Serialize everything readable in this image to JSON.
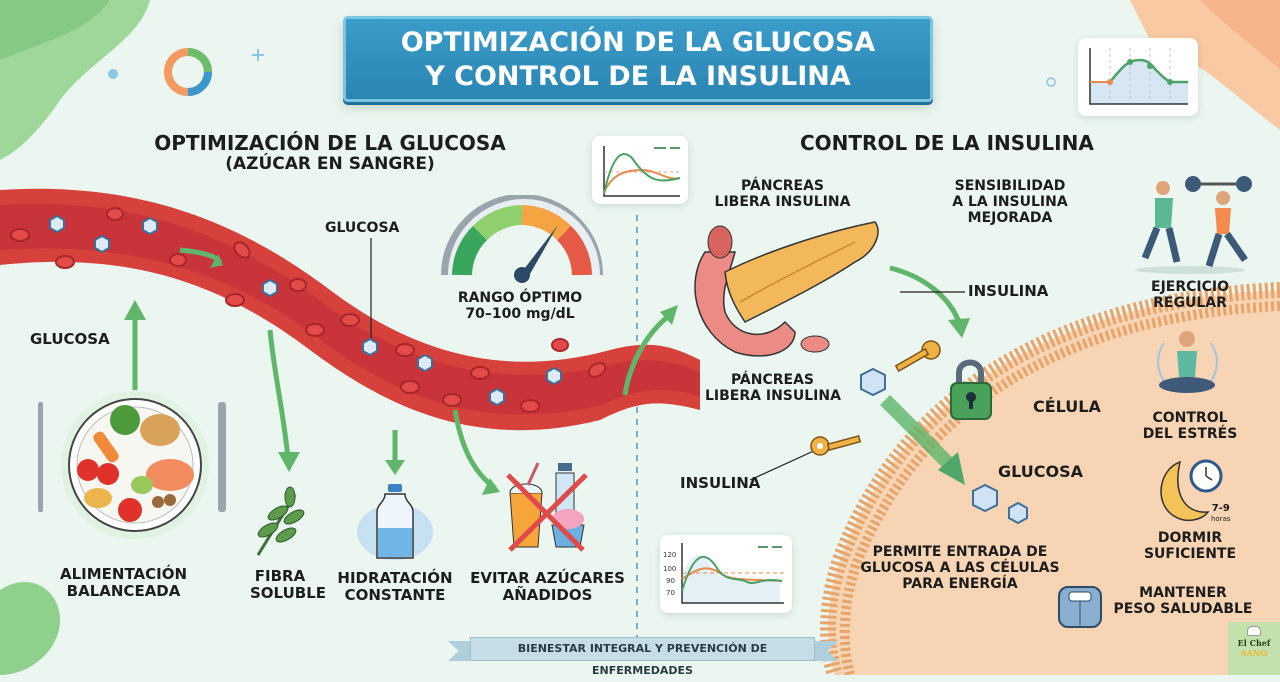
{
  "title": {
    "line1": "OPTIMIZACIÓN DE LA GLUCOSA",
    "line2": "Y CONTROL DE LA INSULINA"
  },
  "left_section": {
    "heading_line1": "OPTIMIZACIÓN DE LA GLUCOSA",
    "heading_line2": "(AZÚCAR EN SANGRE)",
    "vessel_label": "GLUCOSA",
    "gauge": {
      "label_line1": "RANGO ÓPTIMO",
      "label_line2": "70–100 mg/dL",
      "zones": [
        "#3aa55d",
        "#8fcf6e",
        "#f5a442",
        "#e45a47"
      ]
    },
    "glucose_arrow_label": "GLUCOSA",
    "items": [
      {
        "line1": "ALIMENTACIÓN",
        "line2": "BALANCEADA",
        "icon": "balanced-plate-icon"
      },
      {
        "line1": "FIBRA",
        "line2": "SOLUBLE",
        "icon": "leaf-branch-icon"
      },
      {
        "line1": "HIDRATACIÓN",
        "line2": "CONSTANTE",
        "icon": "water-bottle-icon"
      },
      {
        "line1": "EVITAR AZÚCARES",
        "line2": "AÑADIDOS",
        "icon": "no-sugar-icon"
      }
    ]
  },
  "right_section": {
    "heading": "CONTROL DE LA INSULINA",
    "pancreas_label_top_line1": "PÁNCREAS",
    "pancreas_label_top_line2": "LIBERA INSULINA",
    "pancreas_label_bottom_line1": "PÁNCREAS",
    "pancreas_label_bottom_line2": "LIBERA INSULINA",
    "sensitivity_line1": "SENSIBILIDAD",
    "sensitivity_line2": "A LA INSULINA",
    "sensitivity_line3": "MEJORADA",
    "insulina_arrow_label": "INSULINA",
    "insulina_key_label": "INSULINA",
    "cell_label": "CÉLULA",
    "cell_glucose_label": "GLUCOSA",
    "entry_line1": "PERMITE ENTRADA DE",
    "entry_line2": "GLUCOSA A LAS CÉLULAS",
    "entry_line3": "PARA ENERGÍA"
  },
  "lifestyle": [
    {
      "line1": "EJERCICIO",
      "line2": "REGULAR",
      "icon": "exercise-icon"
    },
    {
      "line1": "CONTROL",
      "line2": "DEL ESTRÉS",
      "icon": "meditation-icon"
    },
    {
      "line1": "DORMIR",
      "line2": "SUFICIENTE",
      "icon": "moon-clock-icon",
      "badge_num": "7-9",
      "badge_unit": "horas"
    },
    {
      "line1": "MANTENER",
      "line2": "PESO SALUDABLE",
      "icon": "scale-icon"
    }
  ],
  "small_chart": {
    "ticks": [
      "120",
      "100",
      "90",
      "70"
    ]
  },
  "footer": "BIENESTAR INTEGRAL Y PREVENCIÓN DE ENFERMEDADES",
  "logo": {
    "line1": "El Chef",
    "line2": "SANO"
  },
  "colors": {
    "title_blue": "#2f8fbf",
    "vessel_red": "#d9453f",
    "arrow_green": "#5fb56a",
    "cell_peach": "#f6d2b0"
  }
}
